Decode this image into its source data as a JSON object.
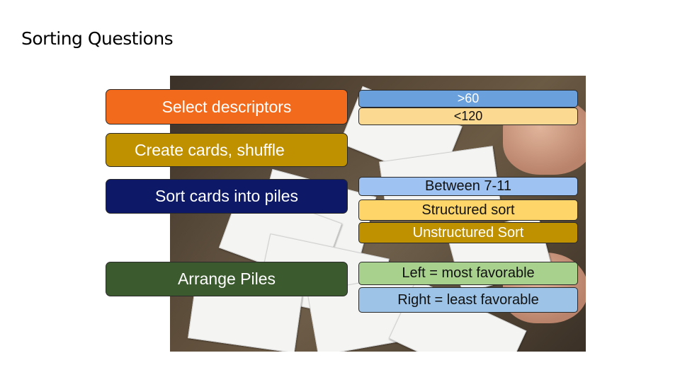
{
  "title": "Sorting Questions",
  "steps": [
    {
      "label": "Select descriptors",
      "color": "#f26b1d"
    },
    {
      "label": "Create cards, shuffle",
      "color": "#bf9000"
    },
    {
      "label": "Sort cards into piles",
      "color": "#0d1966"
    },
    {
      "label": "Arrange Piles",
      "color": "#3b5a2e"
    }
  ],
  "details": {
    "count_max": {
      "label": ">60",
      "color": "#6aa0dc"
    },
    "count_min": {
      "label": "<120",
      "color": "#fcd991"
    },
    "piles": {
      "label": "Between 7-11",
      "color": "#9ec3f2"
    },
    "structured": {
      "label": "Structured sort",
      "color": "#fdd568"
    },
    "unstructured": {
      "label": "Unstructured Sort",
      "color": "#bf9000"
    },
    "left_fav": {
      "label": "Left = most favorable",
      "color": "#a9d18e"
    },
    "right_fav": {
      "label": "Right = least favorable",
      "color": "#9dc3e6"
    }
  }
}
